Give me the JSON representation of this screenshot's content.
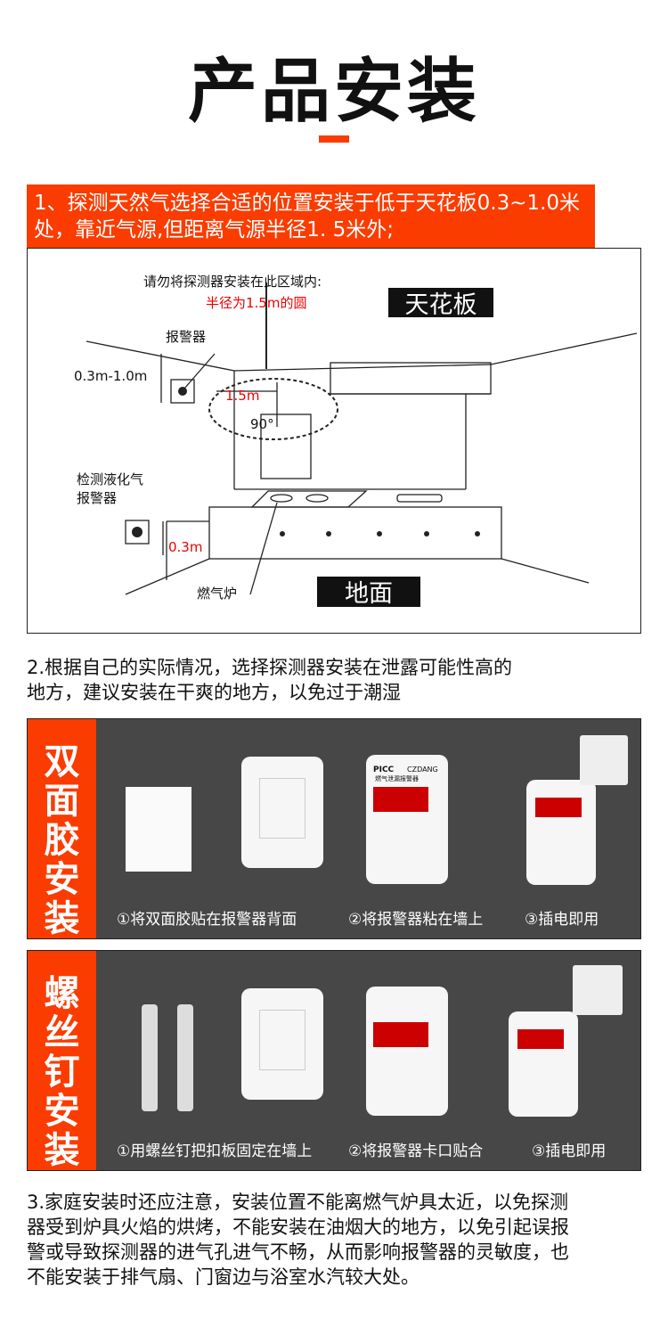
{
  "title": "产品安装",
  "accent_color": "#fa3c00",
  "step1": {
    "line1": "1、探测天然气选择合适的位置安装于低于天花板0.3~1.0米",
    "line2": "处，靠近气源,但距离气源半径1. 5米外;"
  },
  "diagram": {
    "warning": "请勿将探测器安装在此区域内:",
    "warning_red": "半径为1.5m的圆",
    "ceiling": "天花板",
    "floor": "地面",
    "alarm": "报警器",
    "height_top": "0.3m-1.0m",
    "radius": "1.5m",
    "angle": "90°",
    "lpg_line1": "检测液化气",
    "lpg_line2": "报警器",
    "height_bottom": "0.3m",
    "stove": "燃气炉"
  },
  "step2": {
    "line1": "2.根据自己的实际情况，选择探测器安装在泄露可能性高的",
    "line2": "地方，建议安装在干爽的地方，以免过于潮湿"
  },
  "panels": [
    {
      "label": "双面胶安装",
      "captions": [
        "①将双面胶贴在报警器背面",
        "②将报警器粘在墙上",
        "③插电即用"
      ]
    },
    {
      "label": "螺丝钉安装",
      "captions": [
        "①用螺丝钉把扣板固定在墙上",
        "②将报警器卡口贴合",
        "③插电即用"
      ]
    }
  ],
  "device": {
    "brand": "PICC",
    "brand2": "CZDANG",
    "name": "燃气泄漏报警器"
  },
  "step3": {
    "lines": [
      "3.家庭安装时还应注意，安装位置不能离燃气炉具太近，以免探测",
      "器受到炉具火焰的烘烤，不能安装在油烟大的地方，以免引起误报",
      "警或导致探测器的进气孔进气不畅，从而影响报警器的灵敏度，也",
      "不能安装于排气扇、门窗边与浴室水汽较大处。"
    ]
  }
}
